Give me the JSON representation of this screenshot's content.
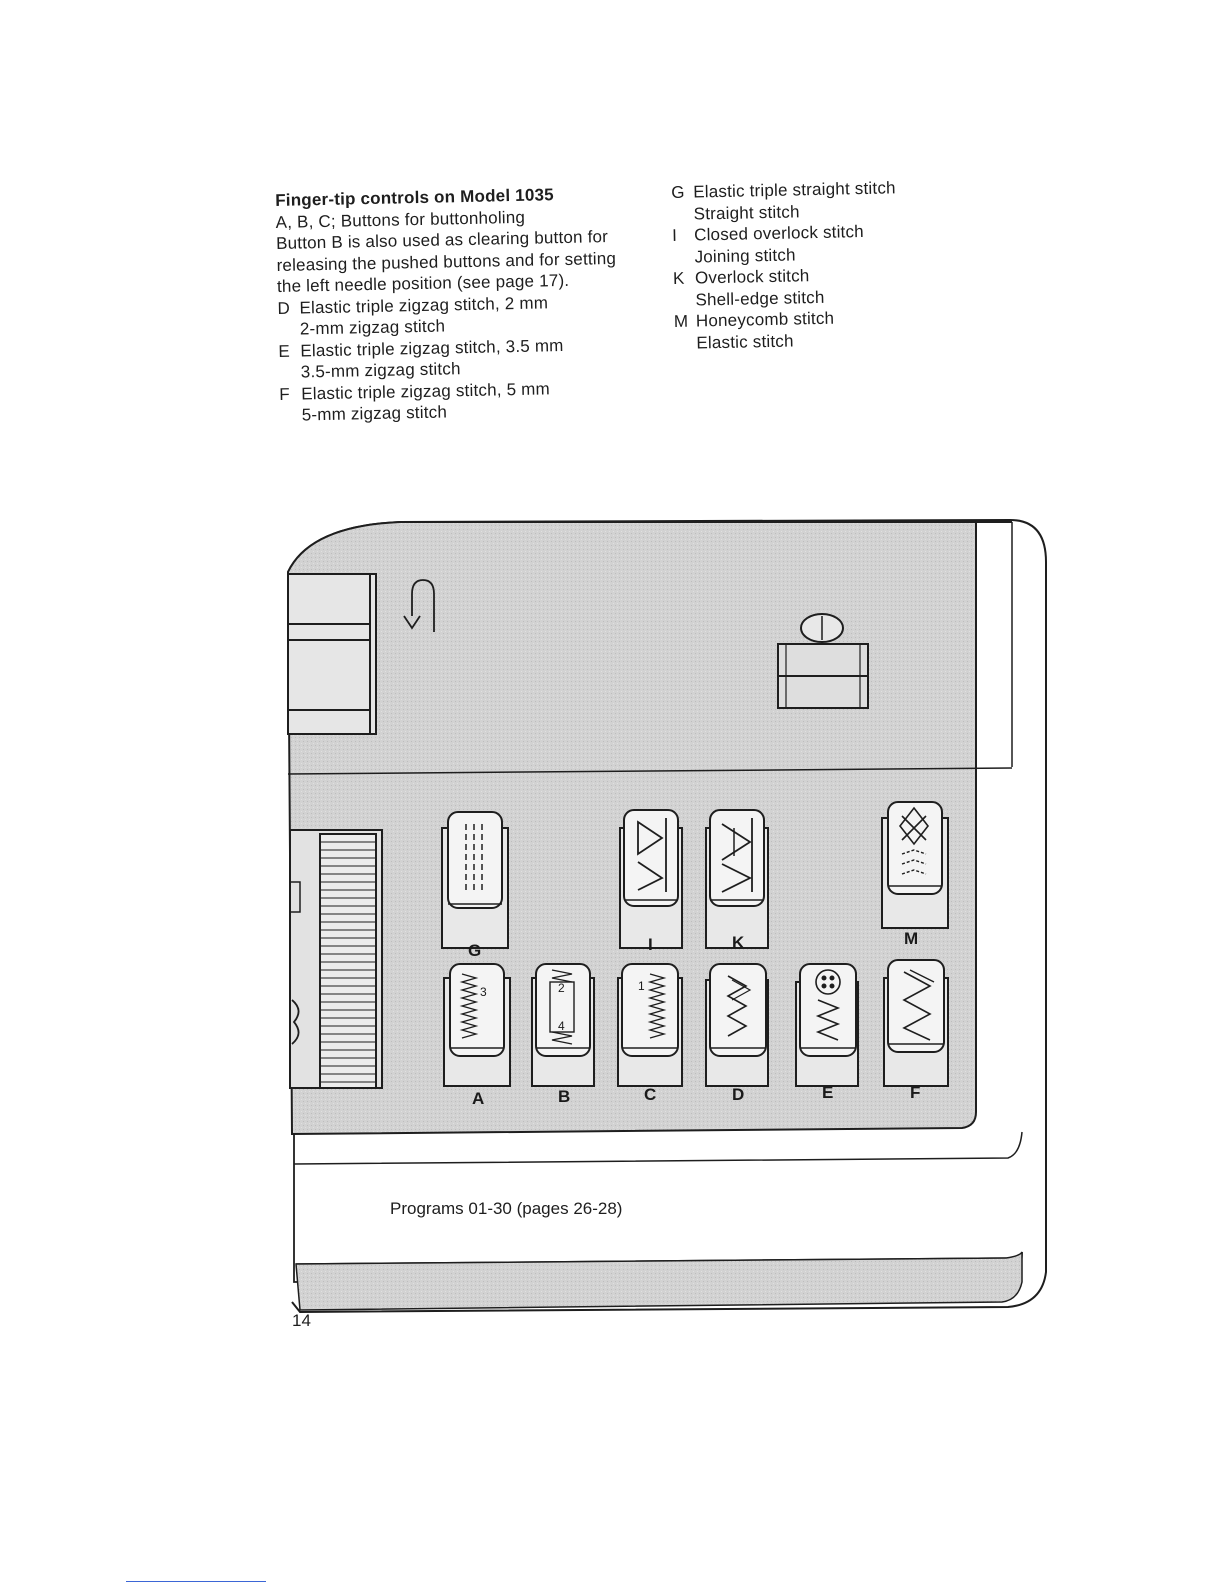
{
  "left_column": {
    "heading": "Finger-tip controls on Model 1035",
    "lines": [
      "A, B, C; Buttons for buttonholing",
      "Button B is also used as clearing button for",
      "releasing the pushed buttons and for setting",
      "the left needle position (see page 17)."
    ],
    "items": [
      {
        "letter": "D",
        "primary": "Elastic triple zigzag stitch, 2 mm",
        "secondary": "2-mm zigzag stitch"
      },
      {
        "letter": "E",
        "primary": "Elastic triple zigzag stitch, 3.5 mm",
        "secondary": "3.5-mm zigzag stitch"
      },
      {
        "letter": "F",
        "primary": "Elastic triple zigzag stitch, 5 mm",
        "secondary": "5-mm zigzag stitch"
      }
    ]
  },
  "right_column": {
    "items": [
      {
        "letter": "G",
        "primary": "Elastic triple straight stitch",
        "secondary": "Straight stitch"
      },
      {
        "letter": "I",
        "primary": "Closed overlock stitch",
        "secondary": "Joining stitch"
      },
      {
        "letter": "K",
        "primary": "Overlock stitch",
        "secondary": "Shell-edge stitch"
      },
      {
        "letter": "M",
        "primary": "Honeycomb stitch",
        "secondary": "Elastic stitch"
      }
    ]
  },
  "figure": {
    "top_row_labels": [
      "G",
      "I",
      "K",
      "M"
    ],
    "bottom_row_labels": [
      "A",
      "B",
      "C",
      "D",
      "E",
      "F"
    ],
    "button_markings": {
      "A": "3",
      "B_top": "2",
      "B_bottom": "4",
      "C": "1"
    },
    "programs_text": "Programs 01-30 (pages 26-28)"
  },
  "page_number": "14",
  "colors": {
    "panel": "#d2d2d2",
    "ink": "#1e1e1e",
    "link": "#3b66d6"
  }
}
